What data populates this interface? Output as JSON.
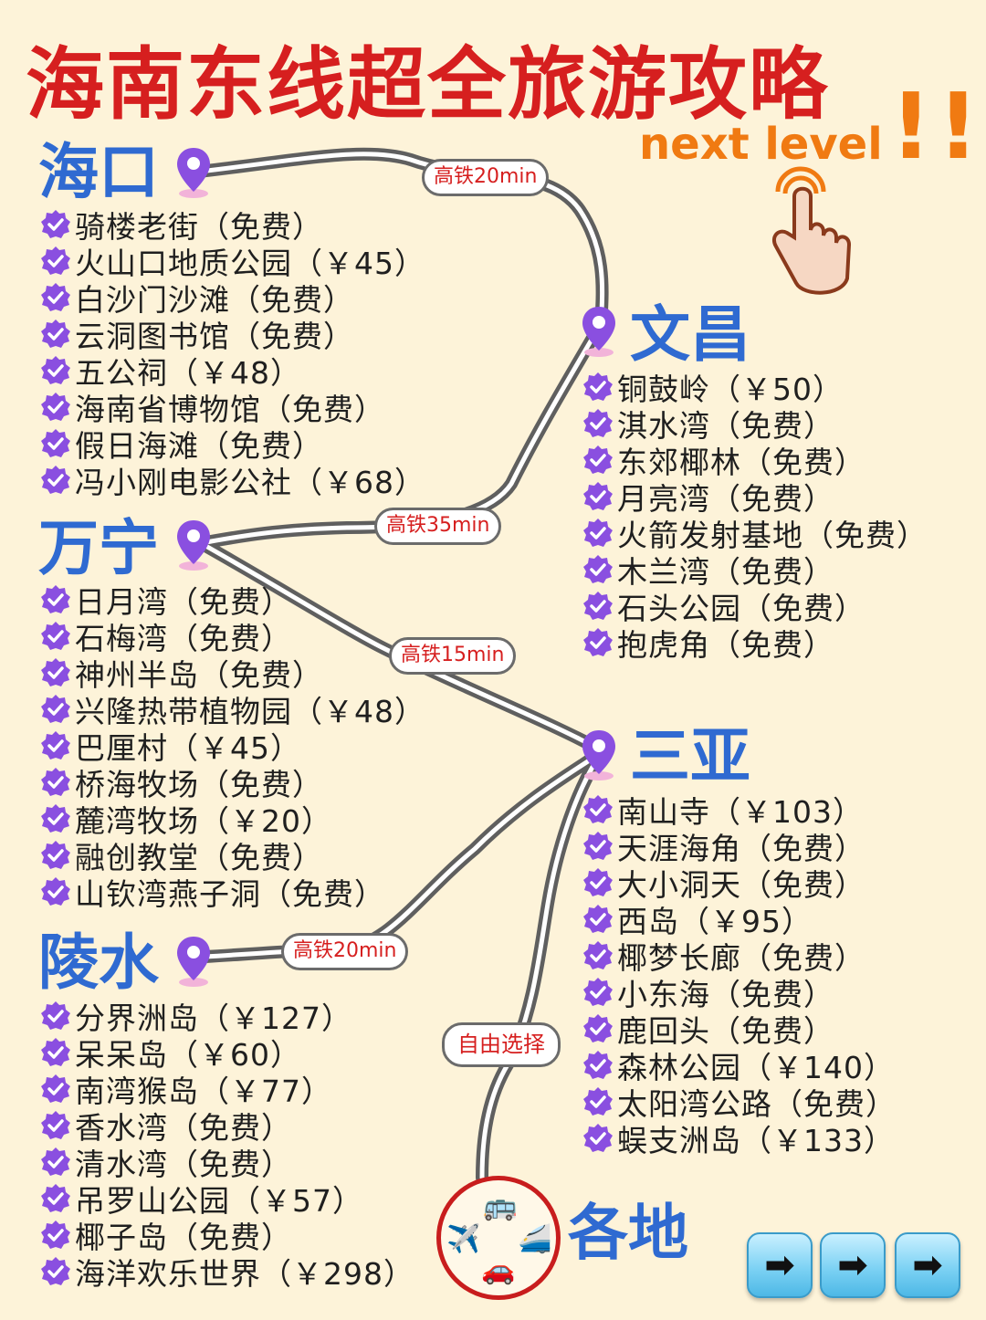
{
  "title": "海南东线超全旅游攻略",
  "tagline": "next level",
  "tagline_mark": "!!",
  "colors": {
    "title": "#d61f1f",
    "city": "#2f6ad1",
    "accent_orange": "#f07a12",
    "check_purple": "#8a4fe0",
    "pin_purple": "#8a4fe0",
    "route_gray": "#6b6b6b",
    "background": "#fdf3d9"
  },
  "icons": {
    "pin": "location-pin-icon",
    "check": "verified-check-icon",
    "hand": "tap-hand-icon",
    "bus": "bus-icon",
    "plane": "airplane-icon",
    "train": "bullet-train-icon",
    "car": "car-icon",
    "arrow": "right-arrow-icon"
  },
  "routes": [
    {
      "label": "高铁20min",
      "from": "海口",
      "to": "文昌"
    },
    {
      "label": "高铁35min",
      "from": "文昌",
      "to": "万宁"
    },
    {
      "label": "高铁15min",
      "from": "万宁",
      "to": "三亚"
    },
    {
      "label": "高铁20min",
      "from": "陵水",
      "to": "三亚"
    },
    {
      "label": "自由选择",
      "from": "各地",
      "to": "三亚"
    }
  ],
  "cities": {
    "haikou": {
      "name": "海口",
      "spots": [
        "骑楼老街（免费）",
        "火山口地质公园（￥45）",
        "白沙门沙滩（免费）",
        "云洞图书馆（免费）",
        "五公祠（￥48）",
        "海南省博物馆（免费）",
        "假日海滩（免费）",
        "冯小刚电影公社（￥68）"
      ]
    },
    "wenchang": {
      "name": "文昌",
      "spots": [
        "铜鼓岭（￥50）",
        "淇水湾（免费）",
        "东郊椰林（免费）",
        "月亮湾（免费）",
        "火箭发射基地（免费）",
        "木兰湾（免费）",
        "石头公园（免费）",
        "抱虎角（免费）"
      ]
    },
    "wanning": {
      "name": "万宁",
      "spots": [
        "日月湾（免费）",
        "石梅湾（免费）",
        "神州半岛（免费）",
        "兴隆热带植物园（￥48）",
        "巴厘村（￥45）",
        "桥海牧场（免费）",
        "麓湾牧场（￥20）",
        "融创教堂（免费）",
        "山钦湾燕子洞（免费）"
      ]
    },
    "sanya": {
      "name": "三亚",
      "spots": [
        "南山寺（￥103）",
        "天涯海角（免费）",
        "大小洞天（免费）",
        "西岛（￥95）",
        "椰梦长廊（免费）",
        "小东海（免费）",
        "鹿回头（免费）",
        "森林公园（￥140）",
        "太阳湾公路（免费）",
        "蜈支洲岛（￥133）"
      ]
    },
    "lingshui": {
      "name": "陵水",
      "spots": [
        "分界洲岛（￥127）",
        "呆呆岛（￥60）",
        "南湾猴岛（￥77）",
        "香水湾（免费）",
        "清水湾（免费）",
        "吊罗山公园（￥57）",
        "椰子岛（免费）",
        "海洋欢乐世界（￥298）"
      ]
    },
    "gedi": {
      "name": "各地"
    }
  },
  "hub_icons": [
    "🚌",
    "🚄",
    "🚗",
    "✈️"
  ],
  "nav_arrows": [
    "➡",
    "➡",
    "➡"
  ]
}
